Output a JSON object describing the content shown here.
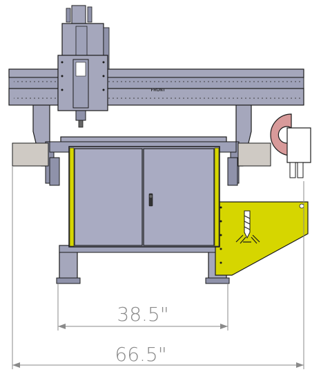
{
  "labels": {
    "front": "FRONT"
  },
  "dimensions": {
    "inner_width": "38.5\"",
    "outer_width": "66.5\""
  },
  "colors": {
    "frame": "#a5a7bc",
    "frame_dark": "#8f92aa",
    "outline": "#1a1a1a",
    "cabinet": "#a9abc2",
    "yellow": "#d6d600",
    "hose": "#d89a9a",
    "side_tray": "#cfcac4",
    "dimension": "#8a8a8a"
  }
}
